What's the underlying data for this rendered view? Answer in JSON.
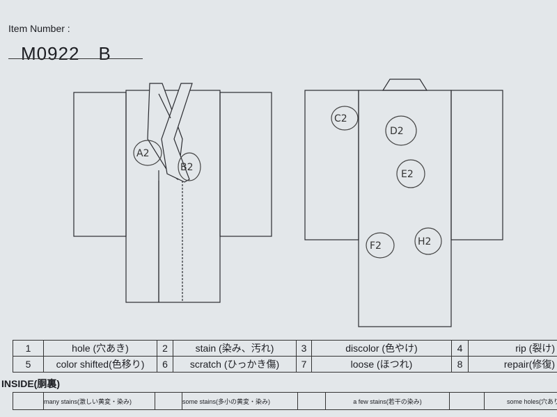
{
  "header": {
    "item_label": "Item Number :",
    "item_number": "M0922　B"
  },
  "marks": [
    "A2",
    "B2",
    "C2",
    "D2",
    "E2",
    "F2",
    "H2"
  ],
  "legend": [
    [
      {
        "num": "1",
        "label": "hole (穴あき)"
      },
      {
        "num": "2",
        "label": "stain (染み、汚れ)"
      },
      {
        "num": "3",
        "label": "discolor (色やけ)"
      },
      {
        "num": "4",
        "label": "rip (裂け)"
      }
    ],
    [
      {
        "num": "5",
        "label": "color shifted(色移り)"
      },
      {
        "num": "6",
        "label": "scratch (ひっかき傷)"
      },
      {
        "num": "7",
        "label": "loose (ほつれ)"
      },
      {
        "num": "8",
        "label": "repair(修復)"
      }
    ]
  ],
  "inside": {
    "title": "INSIDE(胴裏)",
    "options": [
      "many stains(激しい黄変・染み)",
      "some stains(多小の黄変・染み)",
      "a few stains(若干の染み)",
      "some holes(穴あり)"
    ]
  },
  "colors": {
    "paper": "#e3e7ea",
    "ink": "#1c1d22"
  }
}
